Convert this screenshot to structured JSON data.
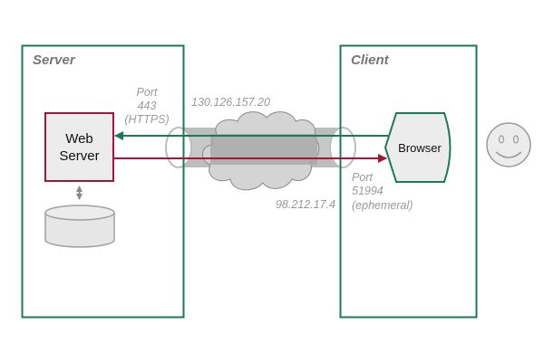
{
  "server": {
    "title": "Server",
    "web_server_line1": "Web",
    "web_server_line2": "Server",
    "port_line1": "Port",
    "port_line2": "443",
    "port_line3": "(HTTPS)"
  },
  "network": {
    "server_ip": "130.126.157.20",
    "client_ip": "98.212.17.4"
  },
  "client": {
    "title": "Client",
    "browser_label": "Browser",
    "port_line1": "Port",
    "port_line2": "51994",
    "port_line3": "(ephemeral)"
  },
  "user": {
    "icon": "smiley-face-icon"
  },
  "colors": {
    "box_border": "#1a7a55",
    "request_arrow": "#1a7a55",
    "response_arrow": "#a3163a",
    "web_server_border": "#a3163a",
    "node_fill": "#ececec"
  }
}
